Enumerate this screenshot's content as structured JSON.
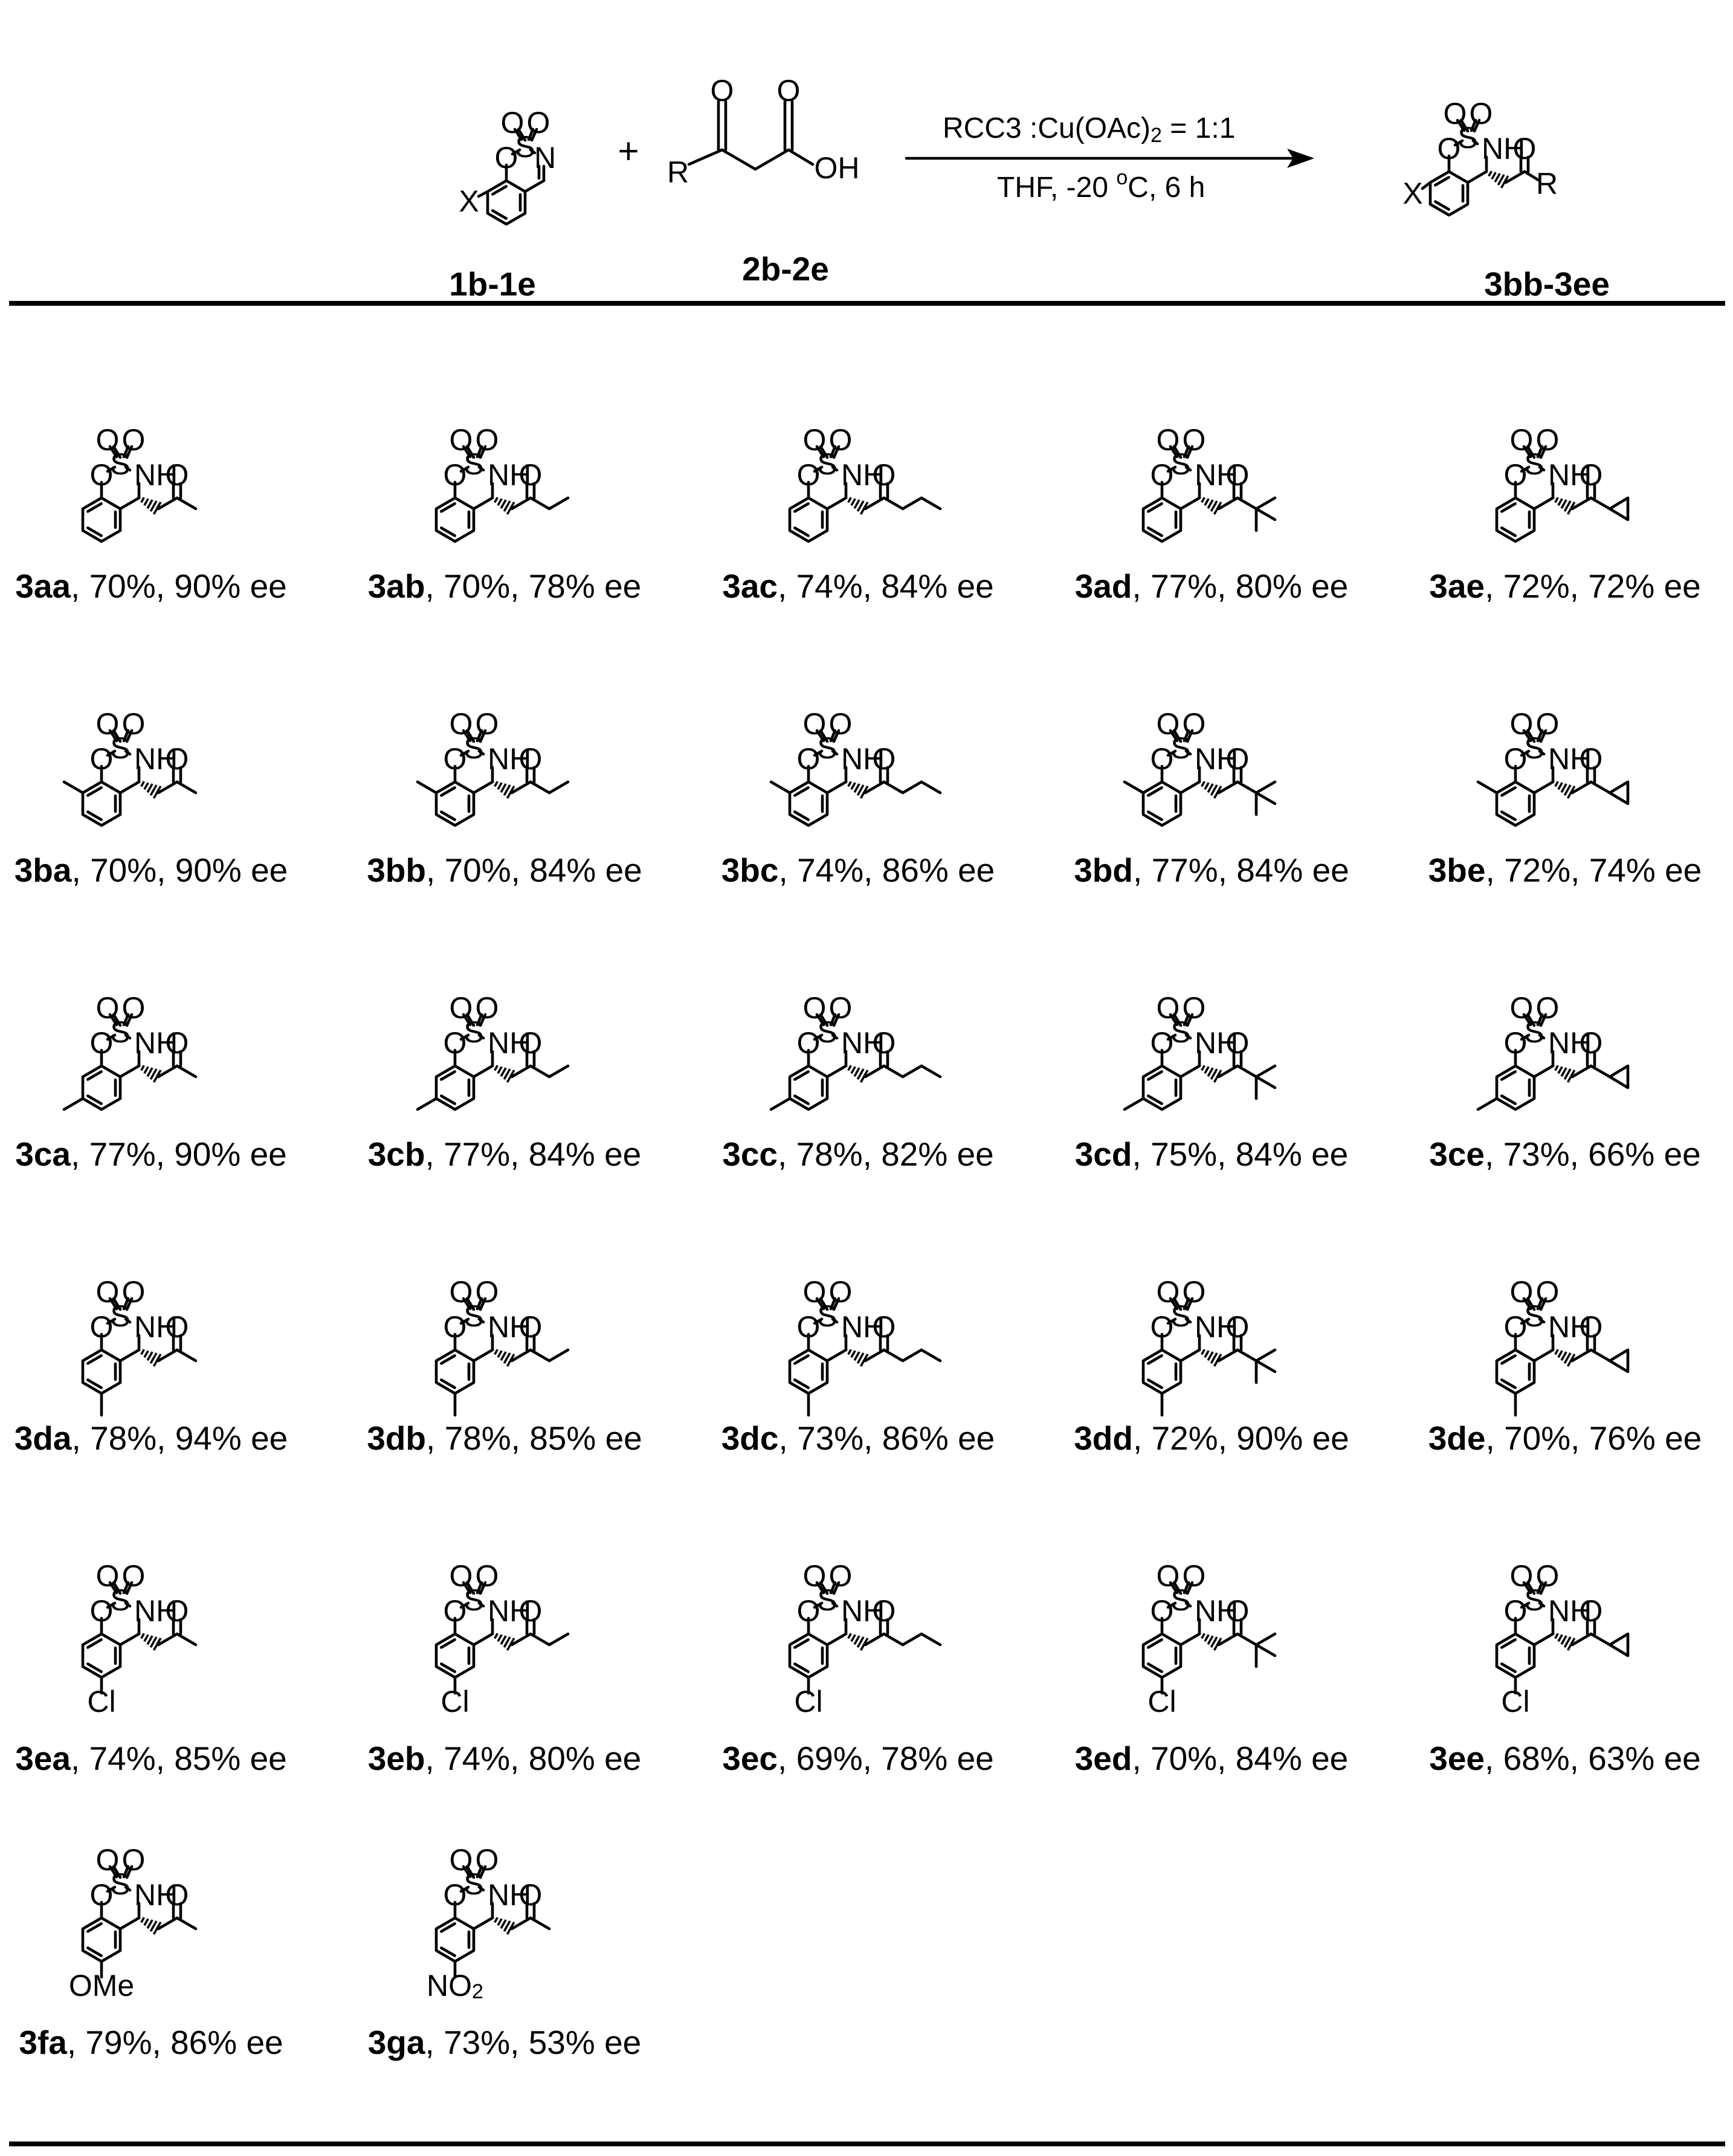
{
  "reaction": {
    "substrate_label": "1b-1e",
    "reagent_label": "2b-2e",
    "product_label": "3bb-3ee",
    "plus": "+",
    "conditions_line1": "RCC3 :Cu(OAc)",
    "conditions_line1_sub": "2",
    "conditions_line1_tail": " = 1:1",
    "conditions_line2": "THF, -20 ",
    "conditions_line2_sup": "o",
    "conditions_line2_tail": "C, 6 h",
    "atoms": {
      "O": "O",
      "S": "S",
      "N": "N",
      "NH": "NH",
      "OH": "OH",
      "R": "R",
      "X": "X"
    }
  },
  "compounds": [
    {
      "id": "3aa",
      "yield": "70%",
      "ee": "90% ee",
      "ring": "none",
      "sub": "",
      "r": "Me"
    },
    {
      "id": "3ab",
      "yield": "70%",
      "ee": "78% ee",
      "ring": "none",
      "sub": "",
      "r": "Et"
    },
    {
      "id": "3ac",
      "yield": "74%",
      "ee": "84% ee",
      "ring": "none",
      "sub": "",
      "r": "nPr"
    },
    {
      "id": "3ad",
      "yield": "77%",
      "ee": "80% ee",
      "ring": "none",
      "sub": "",
      "r": "tBu"
    },
    {
      "id": "3ae",
      "yield": "72%",
      "ee": "72% ee",
      "ring": "none",
      "sub": "",
      "r": "cPr"
    },
    {
      "id": "3ba",
      "yield": "70%",
      "ee": "90% ee",
      "ring": "ortho",
      "sub": "",
      "r": "Me"
    },
    {
      "id": "3bb",
      "yield": "70%",
      "ee": "84% ee",
      "ring": "ortho",
      "sub": "",
      "r": "Et"
    },
    {
      "id": "3bc",
      "yield": "74%",
      "ee": "86% ee",
      "ring": "ortho",
      "sub": "",
      "r": "nPr"
    },
    {
      "id": "3bd",
      "yield": "77%",
      "ee": "84% ee",
      "ring": "ortho",
      "sub": "",
      "r": "tBu"
    },
    {
      "id": "3be",
      "yield": "72%",
      "ee": "74% ee",
      "ring": "ortho",
      "sub": "",
      "r": "cPr"
    },
    {
      "id": "3ca",
      "yield": "77%",
      "ee": "90% ee",
      "ring": "meta",
      "sub": "",
      "r": "Me"
    },
    {
      "id": "3cb",
      "yield": "77%",
      "ee": "84% ee",
      "ring": "meta",
      "sub": "",
      "r": "Et"
    },
    {
      "id": "3cc",
      "yield": "78%",
      "ee": "82% ee",
      "ring": "meta",
      "sub": "",
      "r": "nPr"
    },
    {
      "id": "3cd",
      "yield": "75%",
      "ee": "84% ee",
      "ring": "meta",
      "sub": "",
      "r": "tBu"
    },
    {
      "id": "3ce",
      "yield": "73%",
      "ee": "66% ee",
      "ring": "meta",
      "sub": "",
      "r": "cPr"
    },
    {
      "id": "3da",
      "yield": "78%",
      "ee": "94% ee",
      "ring": "para",
      "sub": "",
      "r": "Me"
    },
    {
      "id": "3db",
      "yield": "78%",
      "ee": "85% ee",
      "ring": "para",
      "sub": "",
      "r": "Et"
    },
    {
      "id": "3dc",
      "yield": "73%",
      "ee": "86% ee",
      "ring": "para",
      "sub": "",
      "r": "nPr"
    },
    {
      "id": "3dd",
      "yield": "72%",
      "ee": "90% ee",
      "ring": "para",
      "sub": "",
      "r": "tBu"
    },
    {
      "id": "3de",
      "yield": "70%",
      "ee": "76% ee",
      "ring": "para",
      "sub": "",
      "r": "cPr"
    },
    {
      "id": "3ea",
      "yield": "74%",
      "ee": "85% ee",
      "ring": "para",
      "sub": "Cl",
      "r": "Me"
    },
    {
      "id": "3eb",
      "yield": "74%",
      "ee": "80% ee",
      "ring": "para",
      "sub": "Cl",
      "r": "Et"
    },
    {
      "id": "3ec",
      "yield": "69%",
      "ee": "78% ee",
      "ring": "para",
      "sub": "Cl",
      "r": "nPr"
    },
    {
      "id": "3ed",
      "yield": "70%",
      "ee": "84% ee",
      "ring": "para",
      "sub": "Cl",
      "r": "tBu"
    },
    {
      "id": "3ee",
      "yield": "68%",
      "ee": "63% ee",
      "ring": "para",
      "sub": "Cl",
      "r": "cPr"
    },
    {
      "id": "3fa",
      "yield": "79%",
      "ee": "86% ee",
      "ring": "para",
      "sub": "OMe",
      "r": "Me"
    },
    {
      "id": "3ga",
      "yield": "73%",
      "ee": "53% ee",
      "ring": "para",
      "sub": "NO2",
      "r": "Me"
    }
  ]
}
